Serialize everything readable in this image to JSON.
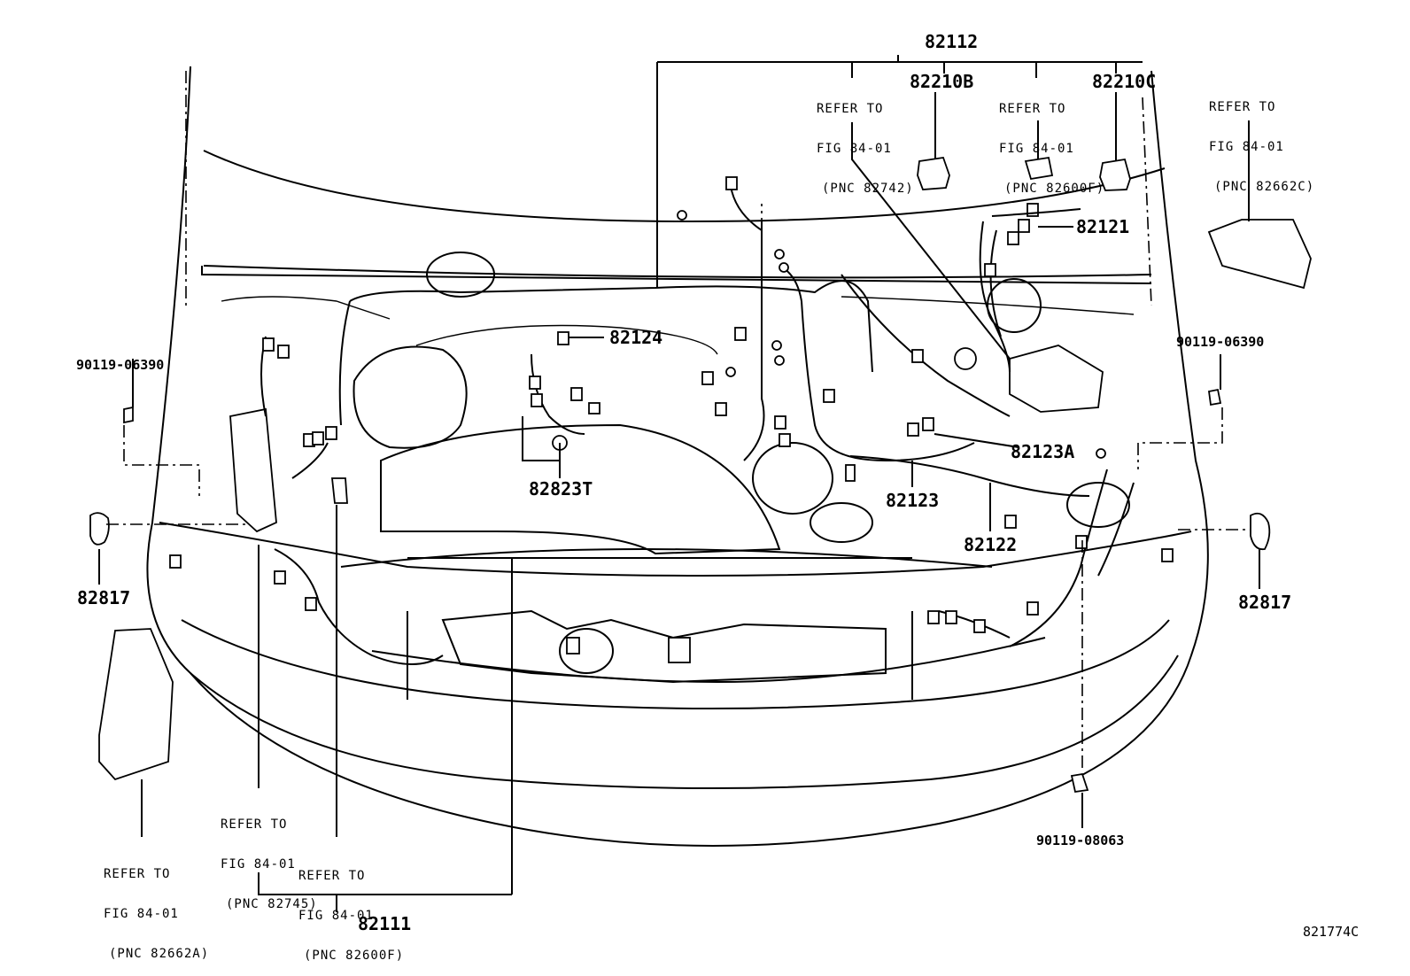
{
  "part_numbers": {
    "p82112": "82112",
    "p82210B": "82210B",
    "p82210C": "82210C",
    "p82121": "82121",
    "p82124": "82124",
    "p82823T": "82823T",
    "p82123A": "82123A",
    "p82123": "82123",
    "p82122": "82122",
    "p82817_left": "82817",
    "p82817_right": "82817",
    "p82111": "82111",
    "bolt_left": "90119-06390",
    "bolt_right": "90119-06390",
    "bolt_bottom": "90119-08063",
    "diagram_code": "821774C"
  },
  "references": {
    "ref_82742": {
      "line1": "REFER TO",
      "line2": "FIG 84-01",
      "line3": "(PNC 82742)"
    },
    "ref_82600F_top": {
      "line1": "REFER TO",
      "line2": "FIG 84-01",
      "line3": "(PNC 82600F)"
    },
    "ref_82662C": {
      "line1": "REFER TO",
      "line2": "FIG 84-01",
      "line3": "(PNC 82662C)"
    },
    "ref_82745": {
      "line1": "REFER TO",
      "line2": "FIG 84-01",
      "line3": "(PNC 82745)"
    },
    "ref_82600F_bottom": {
      "line1": "REFER TO",
      "line2": "FIG 84-01",
      "line3": "(PNC 82600F)"
    },
    "ref_82662A": {
      "line1": "REFER TO",
      "line2": "FIG 84-01",
      "line3": "(PNC 82662A)"
    }
  }
}
